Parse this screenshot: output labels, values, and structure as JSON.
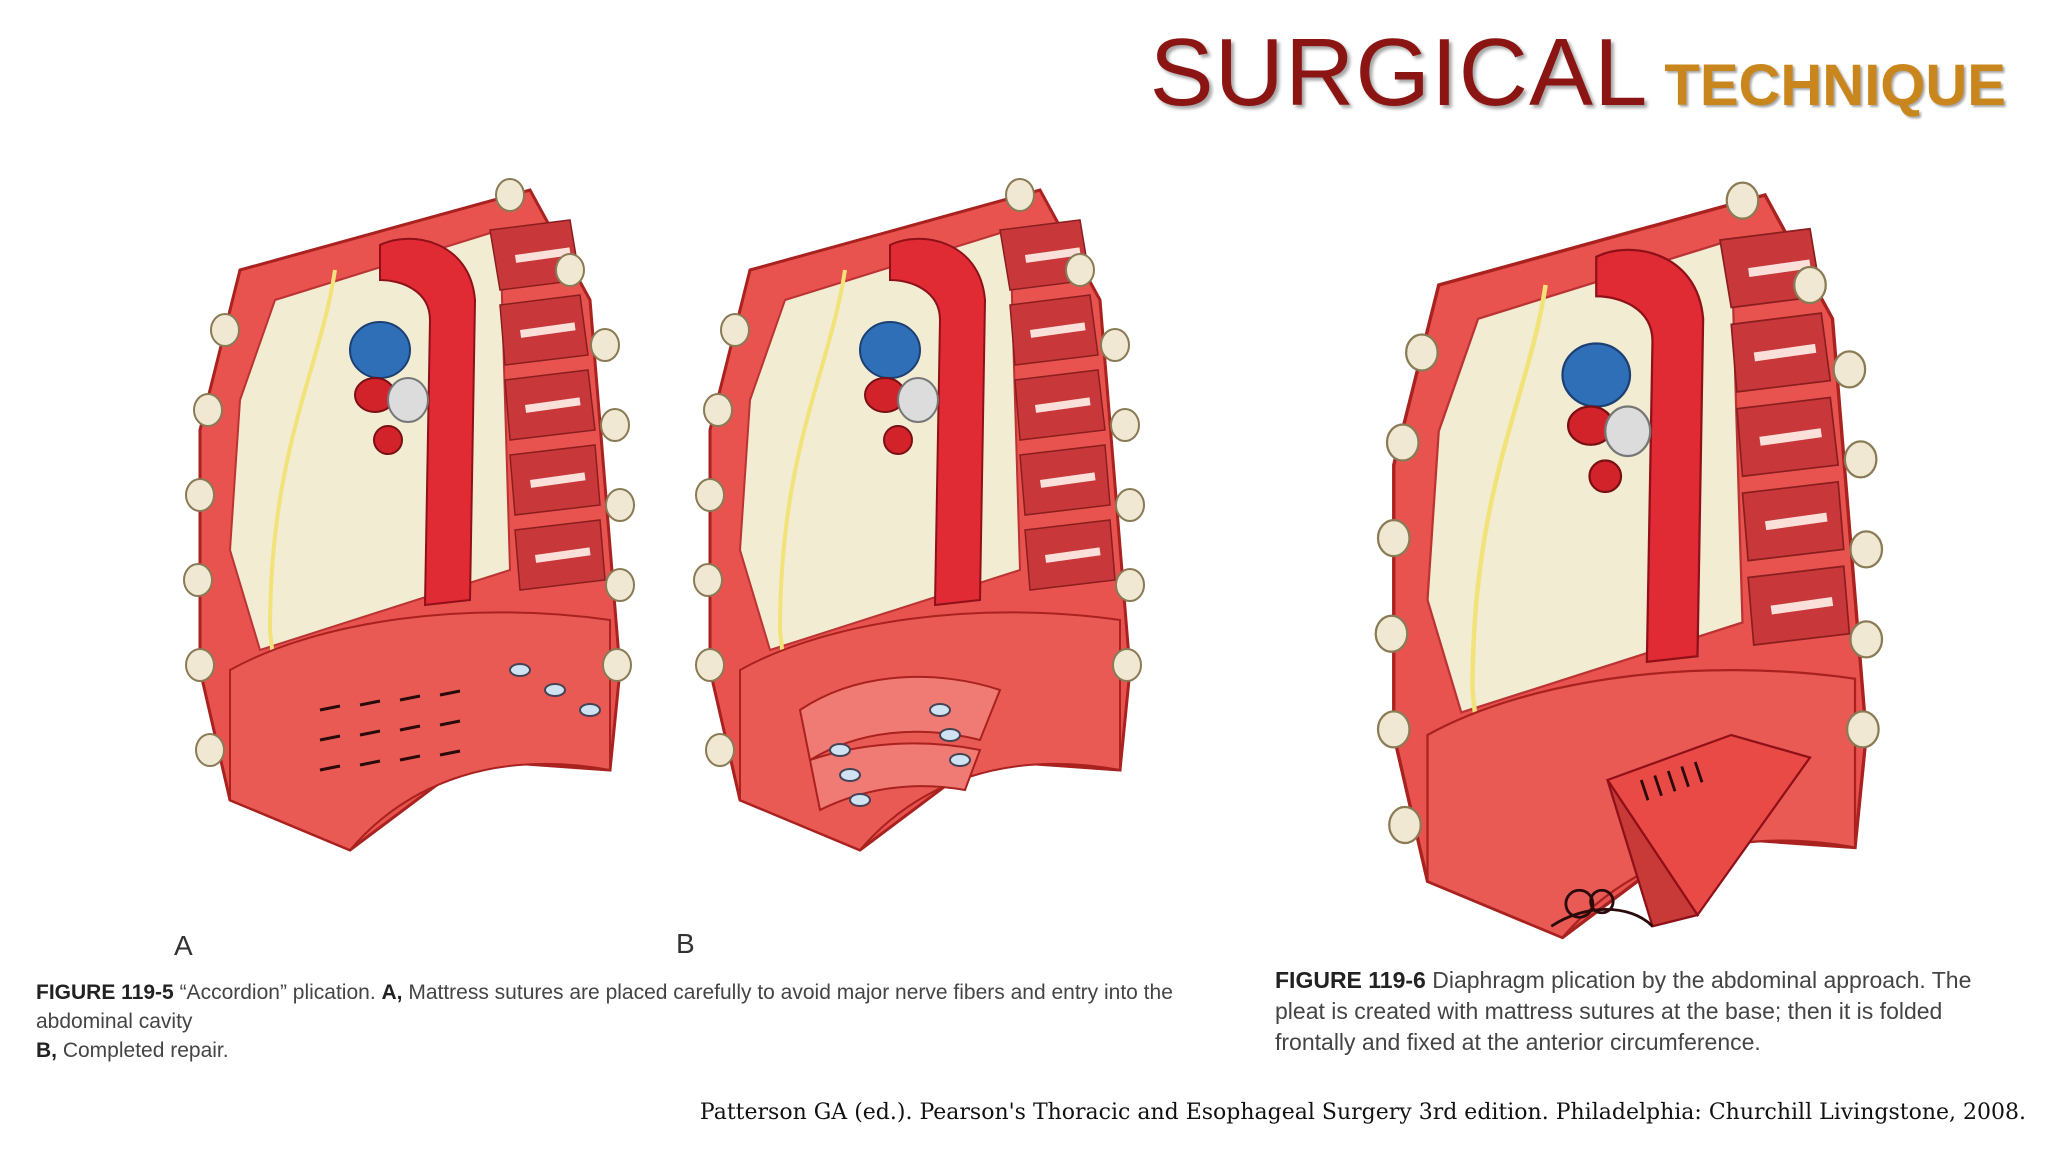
{
  "title": {
    "main": "SURGICAL",
    "sub": "TECHNIQUE"
  },
  "panels": [
    {
      "letter": "A"
    },
    {
      "letter": "B"
    },
    {
      "letter": ""
    }
  ],
  "figure_119_5": {
    "label": "FIGURE 119-5",
    "text_a": " “Accordion” plication. ",
    "bold_a": "A,",
    "text_b": " Mattress sutures are placed carefully to avoid major nerve fibers and entry into the abdominal cavity",
    "bold_b": "B,",
    "text_c": " Completed repair."
  },
  "figure_119_6": {
    "label": "FIGURE 119-6",
    "text": " Diaphragm plication by the abdominal approach. The pleat is created with mattress sutures at the base; then it is folded frontally and fixed at the anterior circumference."
  },
  "citation": "Patterson GA (ed.). Pearson's Thoracic and Esophageal Surgery 3rd edition. Philadelphia: Churchill Livingstone, 2008.",
  "colors": {
    "title_main": "#8b1512",
    "title_sub": "#c9861c",
    "muscle": "#e8534f",
    "artery": "#e02a34",
    "vein": "#2f6fb7",
    "lung_space": "#f1ecd2",
    "nerve": "#f2e27a"
  }
}
